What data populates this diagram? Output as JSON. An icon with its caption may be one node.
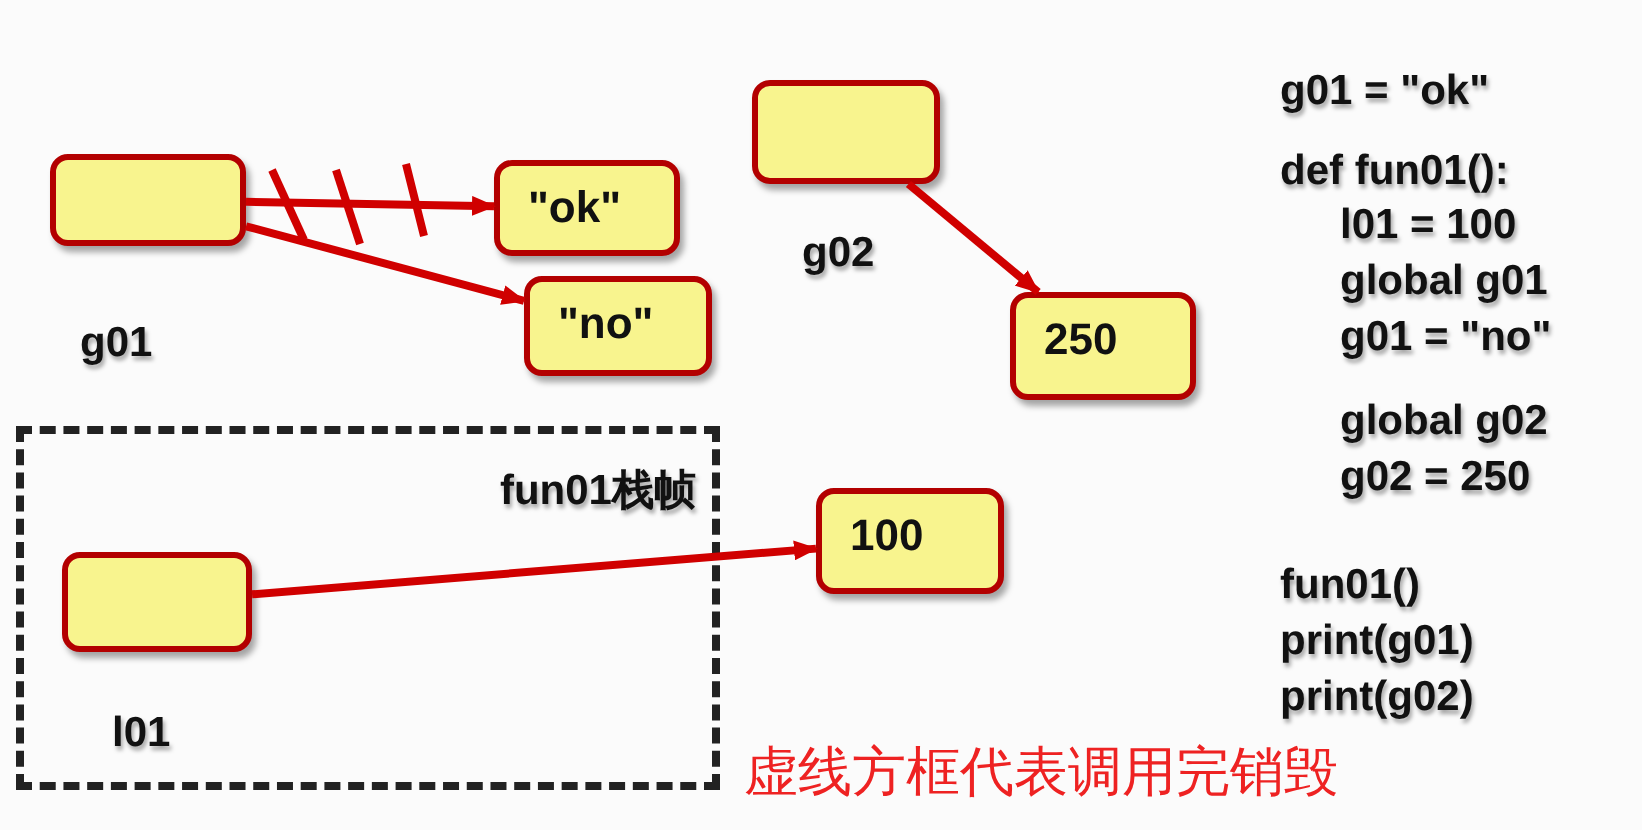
{
  "diagram": {
    "nodes": [
      {
        "text": [],
        "shape": "box",
        "beside": [
          "g01"
        ]
      },
      {
        "text": [
          "\"ok\""
        ]
      },
      {
        "text": [
          "\"no\""
        ]
      },
      {
        "text": [],
        "shape": "box",
        "beside": [
          "g02"
        ]
      },
      {
        "text": [
          "250"
        ]
      },
      {
        "text": [
          "fun01栈帧"
        ]
      },
      {
        "text": [],
        "shape": "box",
        "beside": [
          "l01"
        ],
        "in": 5
      },
      {
        "text": [
          "100"
        ]
      }
    ],
    "edges": [
      {
        "from": 0,
        "to": 1,
        "arrow": "to"
      },
      {
        "from": 0,
        "to": 2,
        "arrow": "to"
      },
      {
        "from": 3,
        "to": 4,
        "arrow": "to"
      },
      {
        "from": 6,
        "to": 7,
        "arrow": "to"
      }
    ],
    "labels": [
      "g01 = \"ok\"",
      "def fun01():",
      "l01 = 100",
      "global g01",
      "g01 = \"no\"",
      "global g02",
      "g02 = 250",
      "fun01()",
      "print(g01)",
      "print(g02)",
      "虚线方框代表调用完销毁"
    ]
  }
}
